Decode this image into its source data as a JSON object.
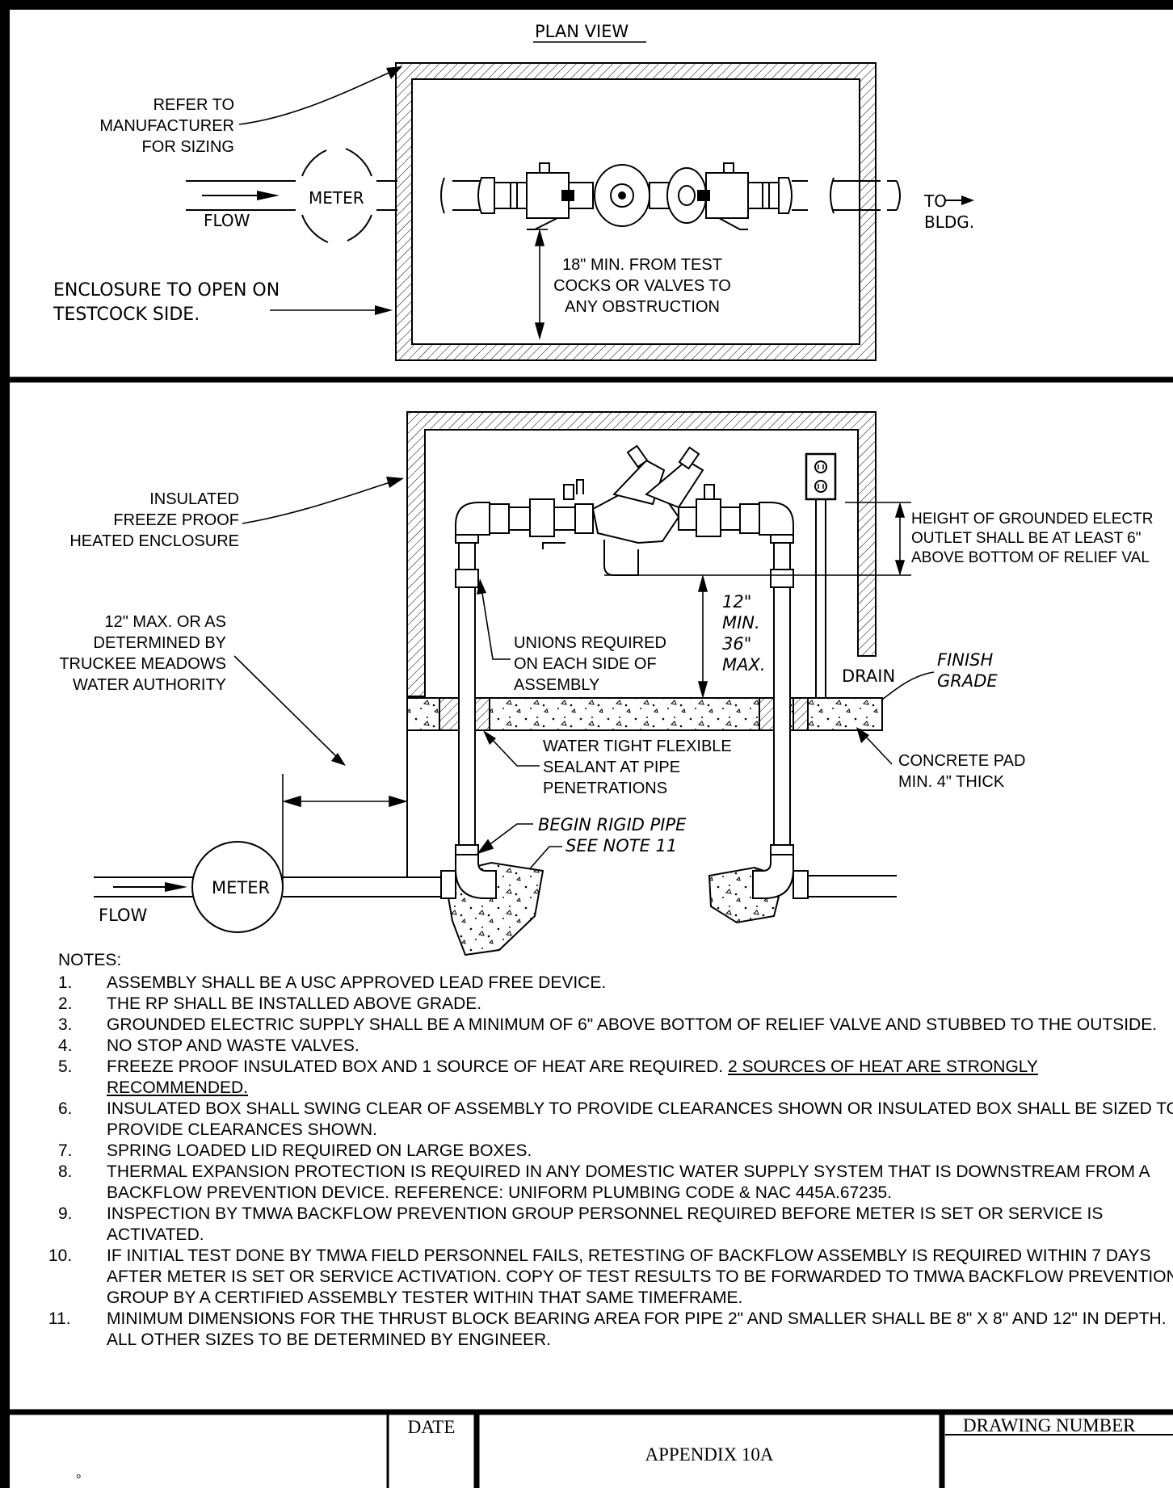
{
  "plan_view": {
    "title": "PLAN VIEW",
    "refer_note": [
      "REFER TO",
      "MANUFACTURER",
      "FOR SIZING"
    ],
    "meter": "METER",
    "flow": "FLOW",
    "to": "TO",
    "bldg": "BLDG.",
    "clearance_note": [
      "18\" MIN. FROM TEST",
      "COCKS OR VALVES TO",
      "ANY OBSTRUCTION"
    ],
    "enclosure_note": [
      "ENCLOSURE TO OPEN ON",
      "TESTCOCK SIDE."
    ]
  },
  "elevation": {
    "insulated_note": [
      "INSULATED",
      "FREEZE PROOF",
      "HEATED ENCLOSURE"
    ],
    "outlet_note": [
      "HEIGHT OF GROUNDED ELECTR",
      "OUTLET SHALL BE AT LEAST 6\"",
      "ABOVE BOTTOM OF RELIEF VAL"
    ],
    "distance_note": [
      "12\" MAX. OR AS",
      "DETERMINED BY",
      "TRUCKEE MEADOWS",
      "WATER AUTHORITY"
    ],
    "unions_note": [
      "UNIONS REQUIRED",
      "ON EACH SIDE OF",
      "ASSEMBLY"
    ],
    "height_note": [
      "12\"",
      "MIN.",
      "36\"",
      "MAX."
    ],
    "drain": "DRAIN",
    "finish_grade": [
      "FINISH",
      "GRADE"
    ],
    "sealant_note": [
      "WATER TIGHT FLEXIBLE",
      "SEALANT AT PIPE",
      "PENETRATIONS"
    ],
    "concrete_note": [
      "CONCRETE PAD",
      "MIN. 4\" THICK"
    ],
    "rigid_note": [
      "BEGIN RIGID PIPE",
      "SEE NOTE 11"
    ],
    "meter": "METER",
    "flow": "FLOW"
  },
  "notes": {
    "heading": "NOTES:",
    "items": [
      {
        "num": "1.",
        "text": "ASSEMBLY SHALL BE A USC APPROVED LEAD FREE DEVICE."
      },
      {
        "num": "2.",
        "text": "THE RP SHALL BE INSTALLED ABOVE GRADE."
      },
      {
        "num": "3.",
        "text": "GROUNDED ELECTRIC SUPPLY SHALL BE A MINIMUM OF 6\" ABOVE BOTTOM OF RELIEF VALVE AND STUBBED TO THE OUTSIDE."
      },
      {
        "num": "4.",
        "text": "NO STOP AND WASTE VALVES."
      },
      {
        "num": "5.",
        "text": "FREEZE PROOF INSULATED BOX AND 1 SOURCE OF HEAT ARE REQUIRED. ",
        "underlined": "2 SOURCES OF HEAT ARE STRONGLY RECOMMENDED."
      },
      {
        "num": "6.",
        "text": "INSULATED BOX SHALL SWING CLEAR OF ASSEMBLY TO PROVIDE CLEARANCES SHOWN OR INSULATED BOX SHALL BE SIZED TO PROVIDE CLEARANCES SHOWN."
      },
      {
        "num": "7.",
        "text": "SPRING LOADED LID REQUIRED ON LARGE BOXES."
      },
      {
        "num": "8.",
        "text": "THERMAL EXPANSION PROTECTION IS REQUIRED IN ANY DOMESTIC WATER SUPPLY SYSTEM THAT IS DOWNSTREAM FROM A BACKFLOW PREVENTION DEVICE.  REFERENCE: UNIFORM PLUMBING CODE & NAC 445A.67235."
      },
      {
        "num": "9.",
        "text": "INSPECTION BY TMWA BACKFLOW PREVENTION GROUP PERSONNEL REQUIRED BEFORE METER IS SET OR SERVICE IS ACTIVATED."
      },
      {
        "num": "10.",
        "text": "IF INITIAL TEST DONE BY TMWA FIELD PERSONNEL FAILS, RETESTING OF BACKFLOW ASSEMBLY IS REQUIRED WITHIN 7 DAYS AFTER METER IS SET OR SERVICE ACTIVATION.  COPY OF TEST RESULTS TO BE FORWARDED TO TMWA BACKFLOW PREVENTION GROUP BY A CERTIFIED ASSEMBLY TESTER WITHIN THAT SAME TIMEFRAME."
      },
      {
        "num": "11.",
        "text": "MINIMUM DIMENSIONS FOR THE THRUST BLOCK BEARING AREA FOR PIPE 2\" AND SMALLER SHALL BE 8\" X 8\" AND 12\" IN DEPTH.  ALL OTHER SIZES TO BE DETERMINED BY ENGINEER."
      }
    ]
  },
  "title_block": {
    "date_label": "DATE",
    "appendix": "APPENDIX 10A",
    "drawing_number_label": "DRAWING NUMBER"
  }
}
